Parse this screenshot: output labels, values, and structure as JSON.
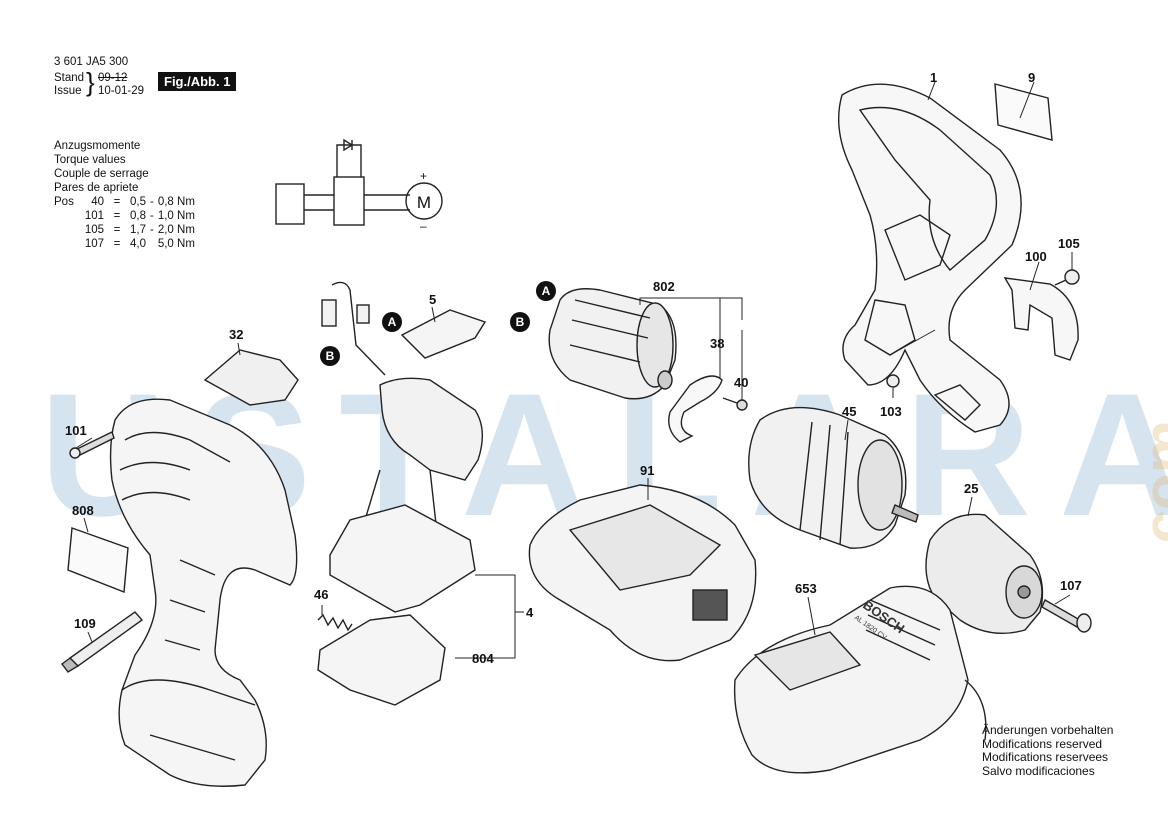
{
  "header": {
    "part_number": "3 601 JA5 300",
    "stand_label": "Stand",
    "issue_label": "Issue",
    "old_date": "09-12",
    "new_date": "10-01-29",
    "figure_label": "Fig./Abb. 1"
  },
  "torque": {
    "heading_lines": [
      "Anzugsmomente",
      "Torque values",
      "Couple de serrage",
      "Pares de apriete"
    ],
    "pos_label": "Pos",
    "rows": [
      {
        "pos": "40",
        "eq": "=",
        "min": "0,5",
        "sep": "-",
        "max": "0,8 Nm"
      },
      {
        "pos": "101",
        "eq": "=",
        "min": "0,8",
        "sep": "-",
        "max": "1,0 Nm"
      },
      {
        "pos": "105",
        "eq": "=",
        "min": "1,7",
        "sep": "-",
        "max": "2,0 Nm"
      },
      {
        "pos": "107",
        "eq": "=",
        "min": "4,0",
        "sep": "",
        "max": "5,0 Nm"
      }
    ]
  },
  "schematic": {
    "motor_label": "M",
    "plus": "+",
    "minus": "–"
  },
  "part_labels": {
    "p1": "1",
    "p9": "9",
    "p100": "100",
    "p105": "105",
    "p103": "103",
    "p802": "802",
    "p38": "38",
    "p40": "40",
    "p45": "45",
    "p25": "25",
    "p107": "107",
    "p653": "653",
    "p91": "91",
    "p4": "4",
    "p804": "804",
    "p46": "46",
    "p5": "5",
    "p32": "32",
    "p101": "101",
    "p808": "808",
    "p109": "109"
  },
  "connectors": {
    "a": "A",
    "b": "B"
  },
  "charger_brand": "BOSCH",
  "charger_model": "AL 1820 CV",
  "notes": [
    "Änderungen vorbehalten",
    "Modifications reserved",
    "Modifications reservees",
    "Salvo modificaciones"
  ],
  "watermark": {
    "main": "USTALARA",
    "side": ".com"
  }
}
